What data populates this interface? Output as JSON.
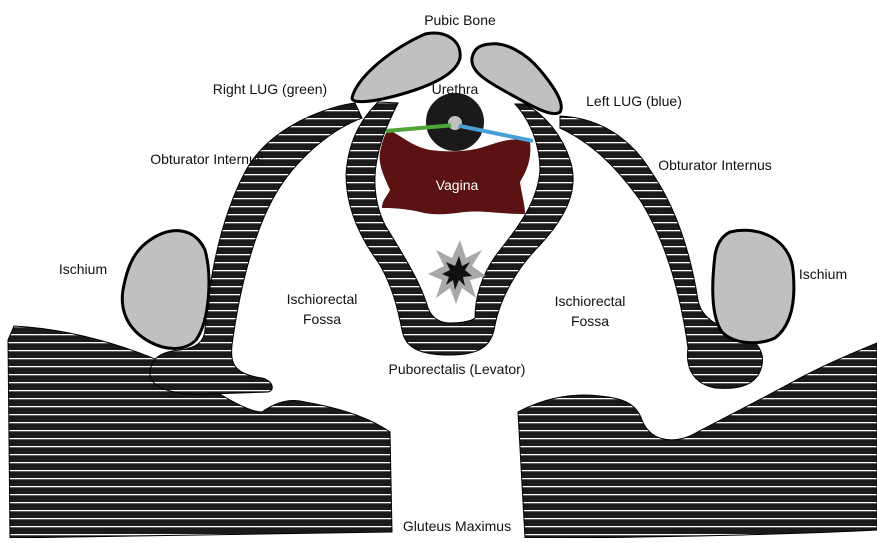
{
  "labels": {
    "pubic_bone": "Pubic Bone",
    "right_lug": "Right LUG (green)",
    "left_lug": "Left LUG (blue)",
    "urethra": "Urethra",
    "vagina": "Vagina",
    "obturator_internus_left": "Obturator Internus",
    "obturator_internus_right": "Obturator Internus",
    "ischium_left": "Ischium",
    "ischium_right": "Ischium",
    "ischiorectal_fossa_left_line1": "Ischiorectal",
    "ischiorectal_fossa_left_line2": "Fossa",
    "ischiorectal_fossa_right_line1": "Ischiorectal",
    "ischiorectal_fossa_right_line2": "Fossa",
    "puborectalis": "Puborectalis (Levator)",
    "gluteus_maximus": "Gluteus Maximus"
  },
  "colors": {
    "muscle": "#1a1a1a",
    "stripe": "#ffffff",
    "bone": "#c0c0c0",
    "vagina": "#5b1212",
    "right_lug": "#4fa33a",
    "left_lug": "#4a9fd6",
    "star_outer": "#a9a9a9",
    "star_inner": "#111111"
  }
}
